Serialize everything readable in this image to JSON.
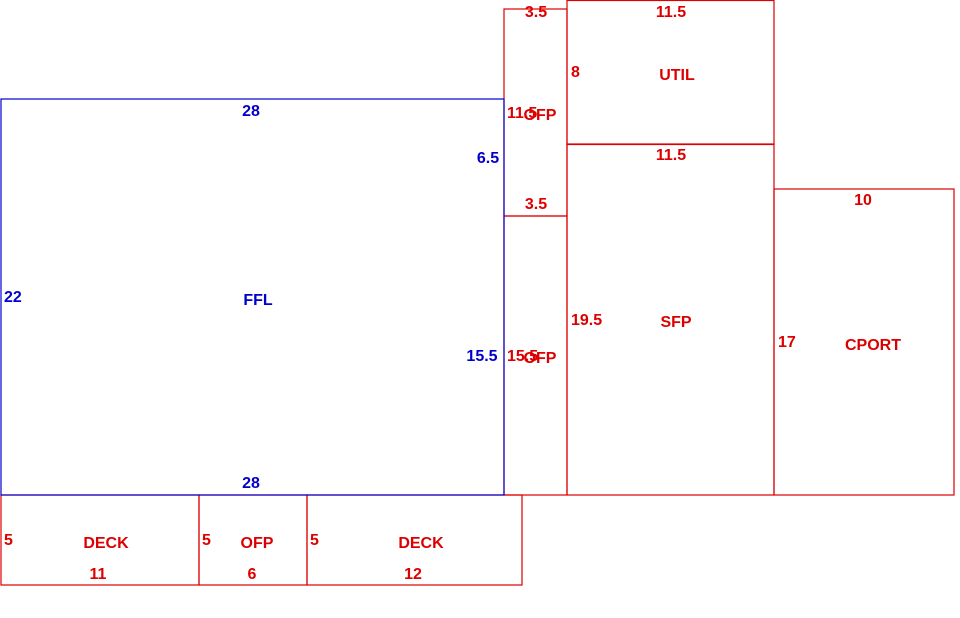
{
  "colors": {
    "main": "#0000cc",
    "other": "#dd0000",
    "background": "#ffffff"
  },
  "areas": {
    "ffl": {
      "name": "FFL",
      "dims": [
        "28",
        "6.5",
        "22",
        "15.5",
        "28"
      ]
    },
    "ofp_top": {
      "name": "OFP",
      "dims": [
        "3.5",
        "11.5",
        "3.5"
      ]
    },
    "util": {
      "name": "UTIL",
      "dims": [
        "11.5",
        "8"
      ]
    },
    "sfp": {
      "name": "SFP",
      "dims": [
        "11.5",
        "19.5"
      ]
    },
    "ofp_mid": {
      "name": "OFP",
      "dims": [
        "15.5"
      ]
    },
    "cport": {
      "name": "CPORT",
      "dims": [
        "10",
        "17"
      ]
    },
    "deck_left": {
      "name": "DECK",
      "dims": [
        "5",
        "11"
      ]
    },
    "ofp_bottom": {
      "name": "OFP",
      "dims": [
        "5",
        "6"
      ]
    },
    "deck_right": {
      "name": "DECK",
      "dims": [
        "5",
        "12"
      ]
    }
  }
}
